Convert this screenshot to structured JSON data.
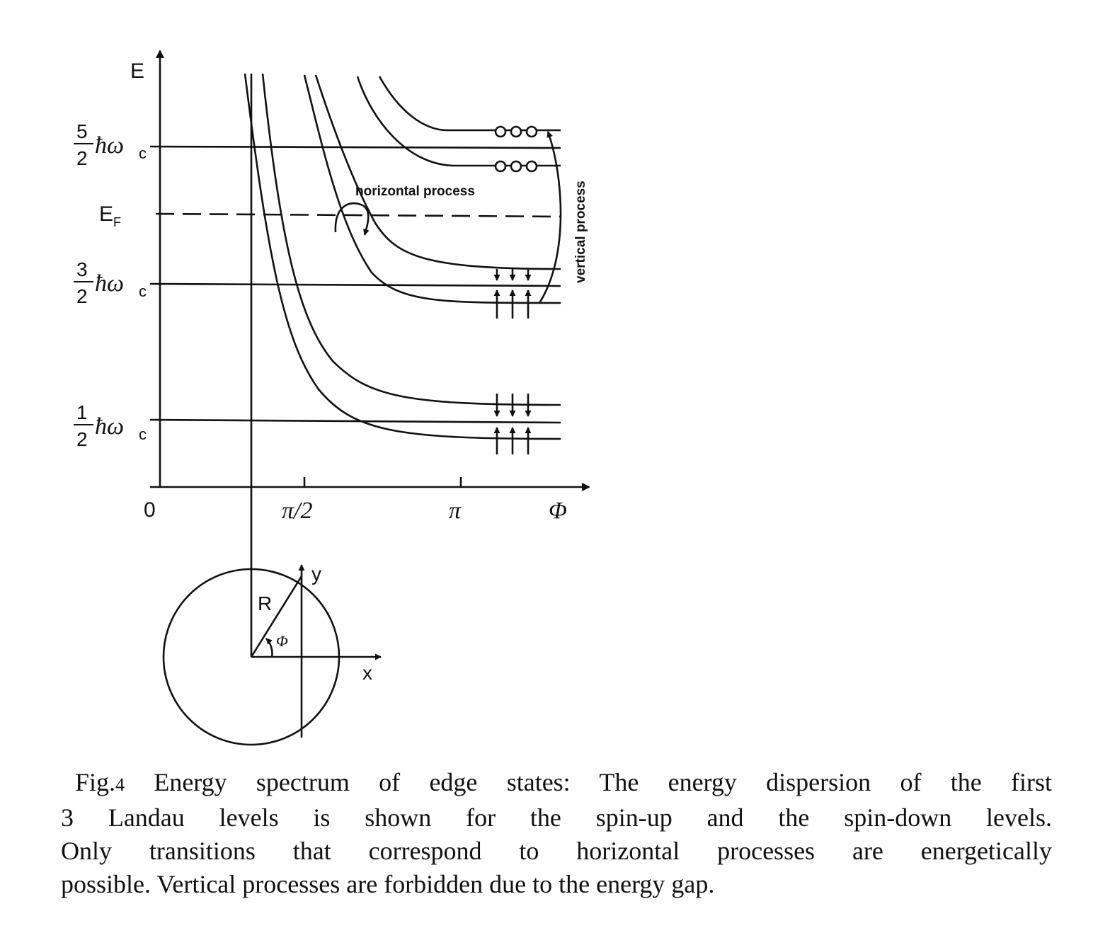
{
  "axes": {
    "y_label": "E",
    "x_label": "Φ",
    "x_ticks": [
      "0",
      "π/2",
      "π"
    ]
  },
  "levels": [
    {
      "num": "5",
      "den": "2",
      "unit": "ħω",
      "sub": "c"
    },
    {
      "num": "3",
      "den": "2",
      "unit": "ħω",
      "sub": "c"
    },
    {
      "num": "1",
      "den": "2",
      "unit": "ħω",
      "sub": "c"
    }
  ],
  "fermi": {
    "label": "E",
    "sub": "F"
  },
  "annotations": {
    "horizontal": "horizontal process",
    "vertical": "vertical process"
  },
  "inset": {
    "radius_label": "R",
    "angle_label": "Φ",
    "x_label": "x",
    "y_label": "y"
  },
  "caption": {
    "fig_label": "Fig.",
    "fig_num": "4",
    "line1": "Energy spectrum of edge states: The energy dispersion of the first",
    "line2": "3 Landau levels is shown for the spin-up and the spin-down levels.",
    "line3": "Only transitions that correspond to horizontal processes are energetically",
    "line4": "possible. Vertical processes are forbidden due to the energy gap."
  }
}
